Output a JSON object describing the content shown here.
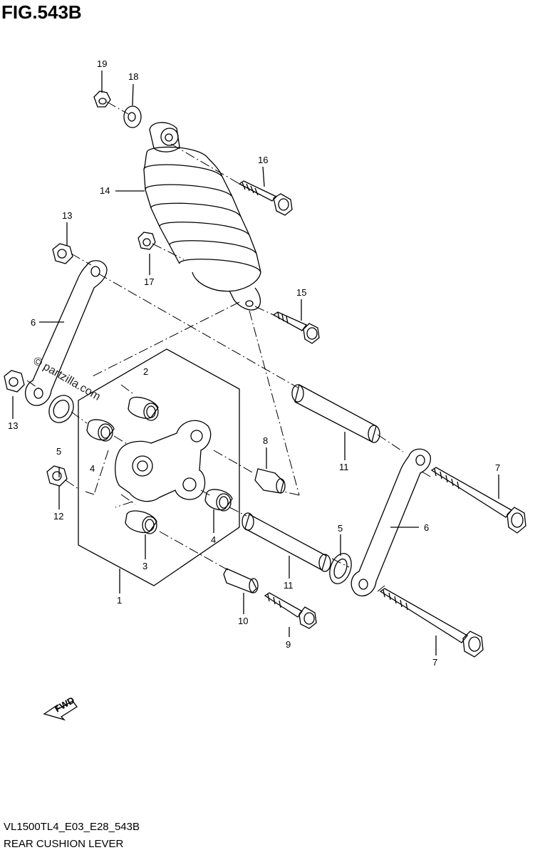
{
  "figure": {
    "title": "FIG.543B"
  },
  "footer": {
    "code": "VL1500TL4_E03_E28_543B",
    "name": "REAR CUSHION LEVER"
  },
  "watermark": "© partzilla.com",
  "fwd_label": "FWD",
  "callouts": [
    {
      "id": "c19",
      "text": "19"
    },
    {
      "id": "c18",
      "text": "18"
    },
    {
      "id": "c16",
      "text": "16"
    },
    {
      "id": "c14",
      "text": "14"
    },
    {
      "id": "c13a",
      "text": "13"
    },
    {
      "id": "c17",
      "text": "17"
    },
    {
      "id": "c15",
      "text": "15"
    },
    {
      "id": "c6a",
      "text": "6"
    },
    {
      "id": "c2",
      "text": "2"
    },
    {
      "id": "c13b",
      "text": "13"
    },
    {
      "id": "c8",
      "text": "8"
    },
    {
      "id": "c11a",
      "text": "11"
    },
    {
      "id": "c5a",
      "text": "5"
    },
    {
      "id": "c4a",
      "text": "4"
    },
    {
      "id": "c7a",
      "text": "7"
    },
    {
      "id": "c12",
      "text": "12"
    },
    {
      "id": "c4b",
      "text": "4"
    },
    {
      "id": "c6b",
      "text": "6"
    },
    {
      "id": "c5b",
      "text": "5"
    },
    {
      "id": "c3",
      "text": "3"
    },
    {
      "id": "c11b",
      "text": "11"
    },
    {
      "id": "c1",
      "text": "1"
    },
    {
      "id": "c10",
      "text": "10"
    },
    {
      "id": "c9",
      "text": "9"
    },
    {
      "id": "c7b",
      "text": "7"
    }
  ]
}
